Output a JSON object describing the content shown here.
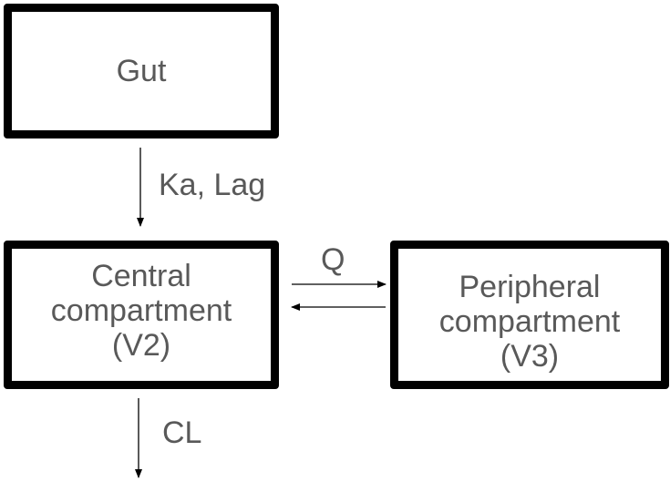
{
  "compartments": {
    "gut": {
      "label": "Gut"
    },
    "central": {
      "lines": [
        "Central",
        "compartment",
        "(V2)"
      ]
    },
    "peripheral": {
      "lines": [
        "Peripheral",
        "compartment",
        "(V3)"
      ]
    }
  },
  "flows": {
    "absorption": "Ka, Lag",
    "intercompartmental": "Q",
    "elimination": "CL"
  },
  "colors": {
    "box_border": "#000000",
    "text": "#595959",
    "arrow": "#000000"
  }
}
